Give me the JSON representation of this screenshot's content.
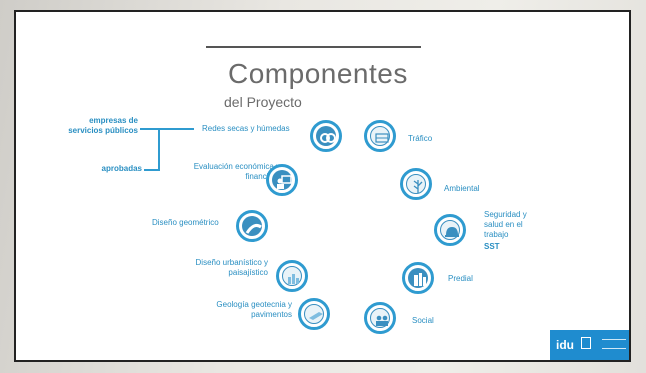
{
  "slide": {
    "title": "Componentes",
    "subtitle": "del Proyecto"
  },
  "left_notes": {
    "empresas": "empresas de servicios públicos",
    "aprobadas": "aprobadas"
  },
  "components_left": [
    {
      "label": "Redes secas y húmedas",
      "icon": "pipes-icon"
    },
    {
      "label": "Evaluación económica y financiera",
      "icon": "presentation-icon"
    },
    {
      "label": "Diseño geométrico",
      "icon": "road-curve-icon"
    },
    {
      "label": "Diseño urbanístico y paisajístico",
      "icon": "city-skyline-icon"
    },
    {
      "label": "Geología geotecnia y pavimentos",
      "icon": "pavement-layers-icon"
    }
  ],
  "components_right": [
    {
      "label": "Tráfico",
      "icon": "traffic-bus-icon"
    },
    {
      "label": "Ambiental",
      "icon": "tree-icon"
    },
    {
      "label": "Seguridad y salud en el trabajo",
      "icon": "helmet-icon",
      "code": "SST"
    },
    {
      "label": "Predial",
      "icon": "buildings-icon"
    },
    {
      "label": "Social",
      "icon": "people-icon"
    }
  ],
  "footer": {
    "logo": "idu"
  },
  "colors": {
    "accent": "#2f9bd0",
    "title": "#6b6b6b",
    "footer": "#1f8ccf"
  }
}
